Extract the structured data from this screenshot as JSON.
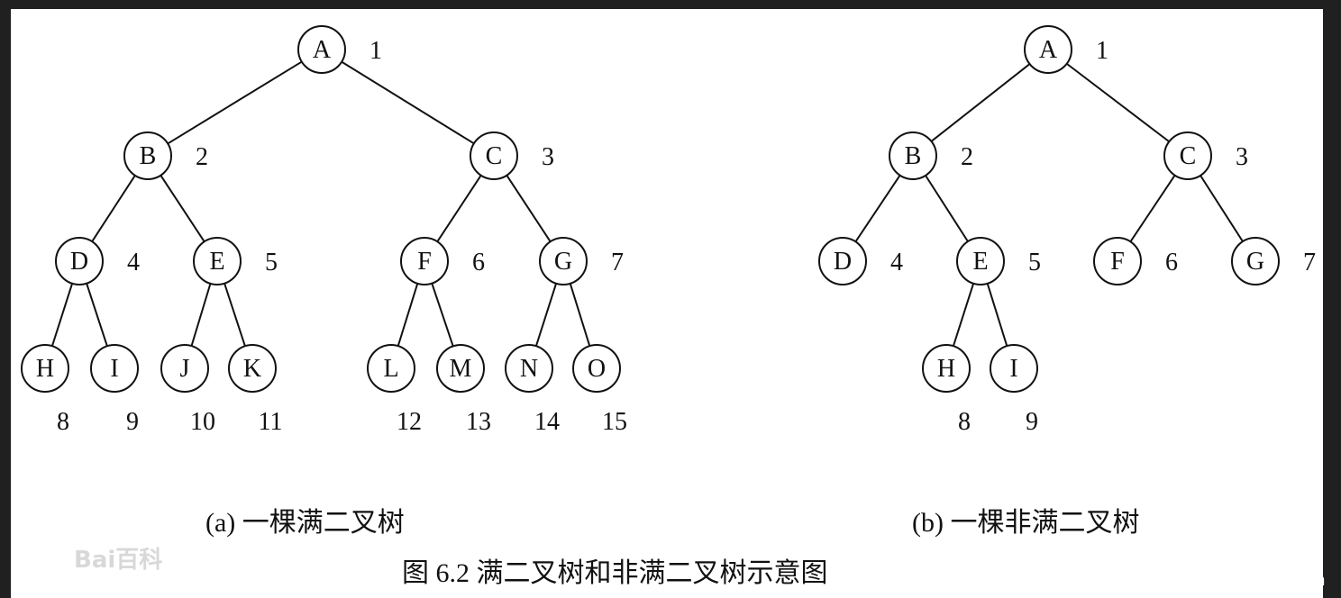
{
  "tree_a": {
    "nodes": [
      {
        "id": "A",
        "num": "1"
      },
      {
        "id": "B",
        "num": "2"
      },
      {
        "id": "C",
        "num": "3"
      },
      {
        "id": "D",
        "num": "4"
      },
      {
        "id": "E",
        "num": "5"
      },
      {
        "id": "F",
        "num": "6"
      },
      {
        "id": "G",
        "num": "7"
      },
      {
        "id": "H",
        "num": "8"
      },
      {
        "id": "I",
        "num": "9"
      },
      {
        "id": "J",
        "num": "10"
      },
      {
        "id": "K",
        "num": "11"
      },
      {
        "id": "L",
        "num": "12"
      },
      {
        "id": "M",
        "num": "13"
      },
      {
        "id": "N",
        "num": "14"
      },
      {
        "id": "O",
        "num": "15"
      }
    ],
    "edges": [
      [
        "A",
        "B"
      ],
      [
        "A",
        "C"
      ],
      [
        "B",
        "D"
      ],
      [
        "B",
        "E"
      ],
      [
        "C",
        "F"
      ],
      [
        "C",
        "G"
      ],
      [
        "D",
        "H"
      ],
      [
        "D",
        "I"
      ],
      [
        "E",
        "J"
      ],
      [
        "E",
        "K"
      ],
      [
        "F",
        "L"
      ],
      [
        "F",
        "M"
      ],
      [
        "G",
        "N"
      ],
      [
        "G",
        "O"
      ]
    ],
    "caption": "(a)  一棵满二叉树"
  },
  "tree_b": {
    "nodes": [
      {
        "id": "A",
        "num": "1"
      },
      {
        "id": "B",
        "num": "2"
      },
      {
        "id": "C",
        "num": "3"
      },
      {
        "id": "D",
        "num": "4"
      },
      {
        "id": "E",
        "num": "5"
      },
      {
        "id": "F",
        "num": "6"
      },
      {
        "id": "G",
        "num": "7"
      },
      {
        "id": "H",
        "num": "8"
      },
      {
        "id": "I",
        "num": "9"
      }
    ],
    "edges": [
      [
        "A",
        "B"
      ],
      [
        "A",
        "C"
      ],
      [
        "B",
        "D"
      ],
      [
        "B",
        "E"
      ],
      [
        "C",
        "F"
      ],
      [
        "C",
        "G"
      ],
      [
        "E",
        "H"
      ],
      [
        "E",
        "I"
      ]
    ],
    "caption": "(b)  一棵非满二叉树"
  },
  "figure_caption": "图 6.2    满二叉树和非满二叉树示意图",
  "watermarks": {
    "baidu": "Bai百科",
    "csdn": "CSDN @normalhyh"
  }
}
